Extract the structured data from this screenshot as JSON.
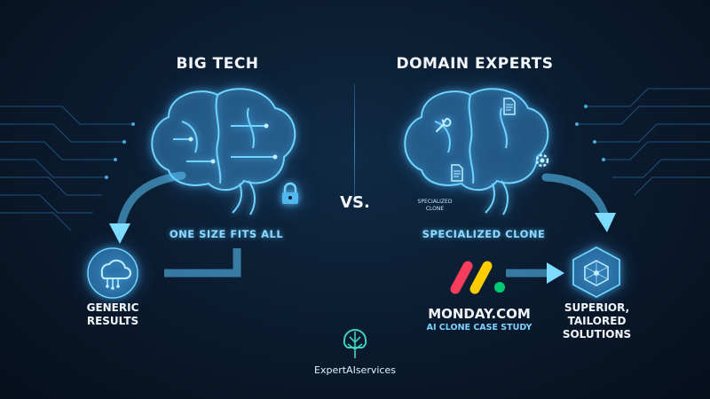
{
  "left": {
    "title": "BIG TECH",
    "subtitle": "ONE SIZE FITS ALL",
    "result": [
      "GENERIC",
      "RESULTS"
    ]
  },
  "center": {
    "vs": "VS."
  },
  "right": {
    "title": "DOMAIN EXPERTS",
    "subtitle": "SPECIALIZED CLONE",
    "brain_tag": [
      "SPECIALIZED",
      "CLONE"
    ],
    "case_title": "MONDAY.COM",
    "case_sub": "AI CLONE CASE STUDY",
    "result": [
      "SUPERIOR,",
      "TAILORED",
      "SOLUTIONS"
    ]
  },
  "footer": {
    "brand": "ExpertAIservices"
  },
  "colors": {
    "accent": "#5cc8ff",
    "monday_red": "#f73c5c",
    "monday_yellow": "#ffcc00",
    "monday_green": "#00ca72"
  },
  "icons": [
    "brain-icon",
    "lock-icon",
    "cloud-network-icon",
    "gear-icon",
    "wrench-icon",
    "document-icon",
    "cube-network-icon",
    "monday-logo",
    "brand-tree-brain-icon"
  ]
}
